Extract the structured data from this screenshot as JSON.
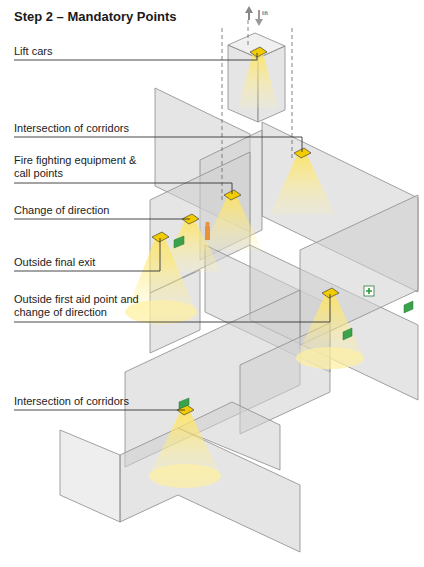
{
  "diagram": {
    "title": "Step 2 – Mandatory Points",
    "labels": [
      "lift",
      "Lift cars",
      "Intersection of corridors",
      "Fire fighting equipment & call points",
      "Change of direction",
      "Outside final exit",
      "Outside first aid point and change of direction",
      "Intersection of corridors"
    ]
  }
}
